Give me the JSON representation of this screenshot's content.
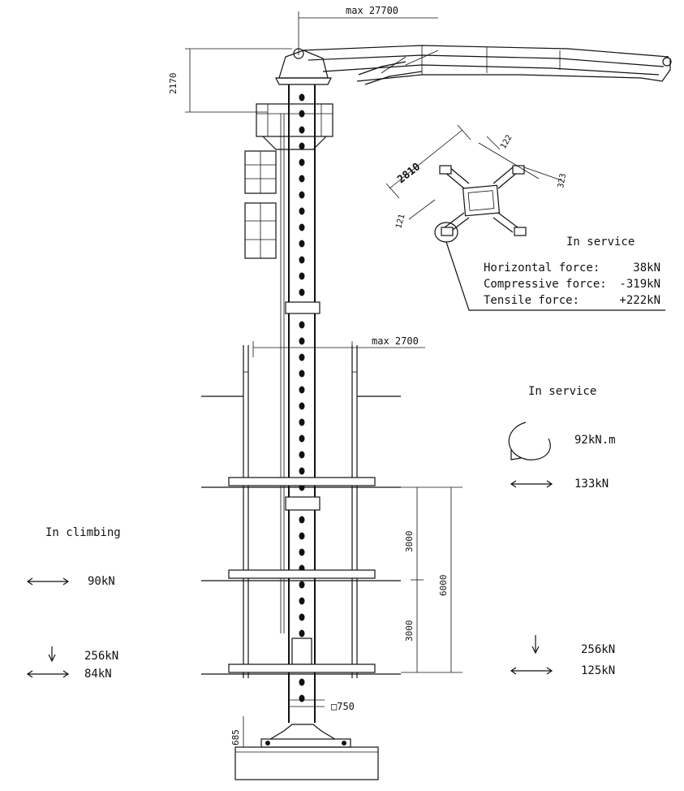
{
  "dimensions": {
    "top_reach": "max  27700",
    "head_height": "2170",
    "mid_reach": "max  2700",
    "total_height": "6000",
    "upper_span": "3000",
    "lower_span": "3000",
    "base_height": "685",
    "section_size": "□750"
  },
  "plan_detail": {
    "span": "2810",
    "dim_a": "122",
    "dim_b": "323",
    "dim_c": "121",
    "title": "In service",
    "rows": [
      {
        "label": "Horizontal force:",
        "value": "38kN"
      },
      {
        "label": "Compressive force:",
        "value": "-319kN"
      },
      {
        "label": "Tensile force:",
        "value": "+222kN"
      }
    ]
  },
  "in_service": {
    "title": "In service",
    "moment": "92kN.m",
    "horizontal": "133kN",
    "vertical": "256kN",
    "horizontal_lower": "125kN"
  },
  "in_climbing": {
    "title": "In climbing",
    "horizontal": "90kN",
    "vertical": "256kN",
    "horizontal_lower": "84kN"
  }
}
